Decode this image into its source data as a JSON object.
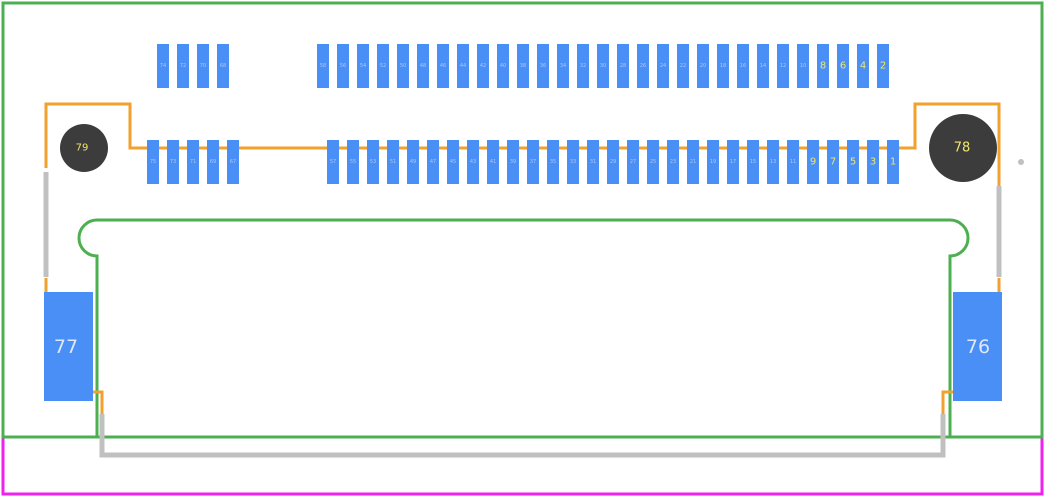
{
  "footprint": {
    "top_row_pins": [
      "74",
      "72",
      "70",
      "68",
      "58",
      "56",
      "54",
      "52",
      "50",
      "48",
      "46",
      "44",
      "42",
      "40",
      "38",
      "36",
      "34",
      "32",
      "30",
      "28",
      "26",
      "24",
      "22",
      "20",
      "18",
      "16",
      "14",
      "12",
      "10",
      "8",
      "6",
      "4",
      "2"
    ],
    "bottom_row_pins": [
      "75",
      "73",
      "71",
      "69",
      "67",
      "57",
      "55",
      "53",
      "51",
      "49",
      "47",
      "45",
      "43",
      "41",
      "39",
      "37",
      "35",
      "33",
      "31",
      "29",
      "27",
      "25",
      "23",
      "21",
      "19",
      "17",
      "15",
      "13",
      "11",
      "9",
      "7",
      "5",
      "3",
      "1"
    ],
    "left_hole": "79",
    "right_hole": "78",
    "left_mount_pad": "77",
    "right_mount_pad": "76"
  },
  "colors": {
    "pad": "#4a8ff5",
    "pad_label_small": "#a9c8f8",
    "pad_label_bright": "#f1e66a",
    "hole": "#3c3c3c",
    "hole_label": "#f1e66a",
    "mount_label": "#dfe8fa",
    "courtyard": "#4caf50",
    "fab_outline": "#f2a12e",
    "silk_gray": "#c0c0c0",
    "board_edge": "#ee22ee"
  }
}
